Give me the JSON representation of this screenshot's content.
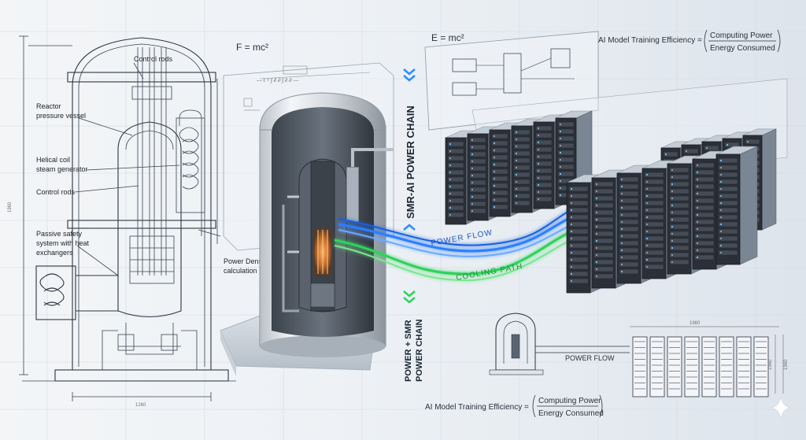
{
  "blueprint": {
    "labels": {
      "control_rods_top": "Control rods",
      "reactor_vessel_line1": "Reactor",
      "reactor_vessel_line2": "pressure vessel",
      "steam_gen_line1": "Helical coil",
      "steam_gen_line2": "steam generator",
      "control_rods_mid": "Control rods",
      "passive_line1": "Passive safety",
      "passive_line2": "system with heat",
      "passive_line3": "exchangers",
      "density_line1": "Power Density",
      "density_line2": "calculation"
    },
    "dimension_bottom": "1260",
    "dimension_side": "1960"
  },
  "formulas": {
    "emc_left": "F = mc²",
    "emc_right": "E = mc²",
    "efficiency_top_prefix": "AI Model Training Efficiency =",
    "efficiency_top_numerator": "Computing Power",
    "efficiency_top_denominator": "Energy Consumed",
    "efficiency_bottom_prefix": "AI Model Training Efficiency =",
    "efficiency_bottom_numerator": "Computing Power",
    "efficiency_bottom_denominator": "Energy Consumed"
  },
  "chain": {
    "upper": "SMR-AI POWER CHAIN",
    "lower_line1": "POWER + SMR",
    "lower_line2": "POWER CHAIN"
  },
  "flows": {
    "power": "POWER FLOW",
    "cooling": "COOLING PATH",
    "power_bottom": "POWER FLOW"
  },
  "mini_drawing": {
    "width_dim": "1960",
    "height_dim_1": "1960",
    "height_dim_2": "1960"
  },
  "colors": {
    "power_blue": "#2b7fff",
    "cooling_green": "#2ed35a",
    "line_dark": "#2d3540"
  }
}
